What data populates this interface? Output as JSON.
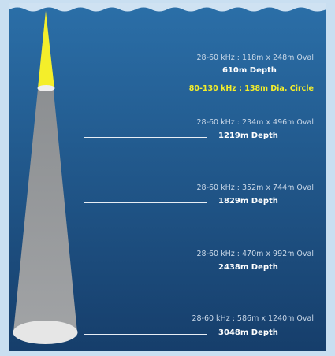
{
  "diagram": {
    "levels": [
      {
        "footprint": "28-60 kHz : 118m x 248m Oval",
        "depth": "610m Depth"
      },
      {
        "footprint": "28-60 kHz : 234m x 496m Oval",
        "depth": "1219m Depth"
      },
      {
        "footprint": "28-60 kHz : 352m x 744m Oval",
        "depth": "1829m Depth"
      },
      {
        "footprint": "28-60 kHz : 470m x 992m Oval",
        "depth": "2438m Depth"
      },
      {
        "footprint": "28-60 kHz : 586m x 1240m Oval",
        "depth": "3048m Depth"
      }
    ],
    "high_freq_label": "80-130 kHz : 138m Dia. Circle",
    "colors": {
      "water_top": "#2b6fa8",
      "water_bottom": "#163e6b",
      "beam_low": "#9a9a9a",
      "beam_high": "#f4ee2a",
      "footprint": "#e6e6e6",
      "highlight_text": "#f4ee2a"
    }
  }
}
